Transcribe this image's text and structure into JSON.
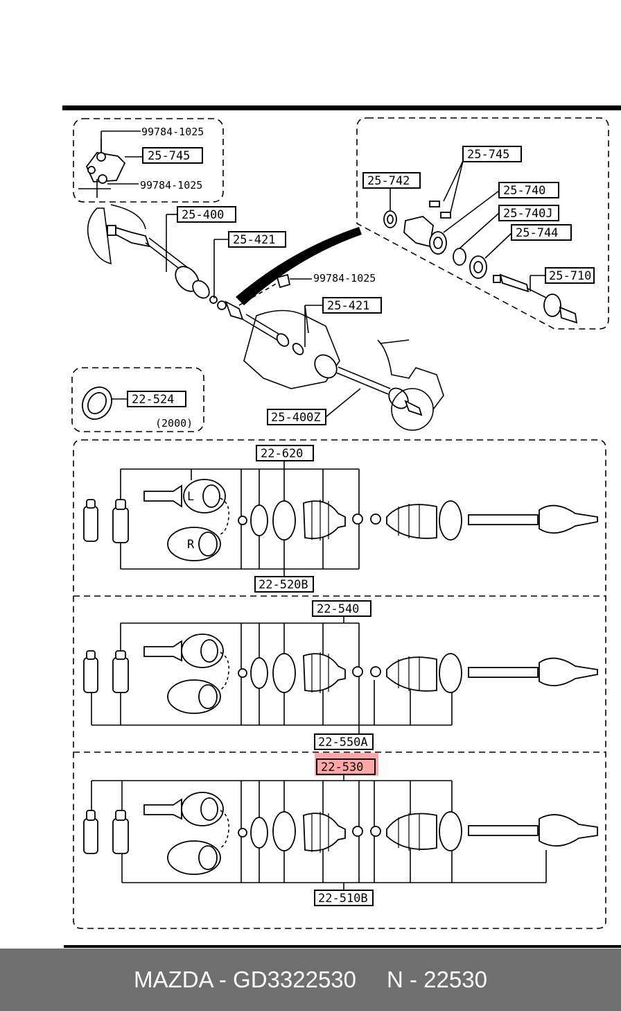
{
  "diagram": {
    "top_assembly": {
      "labels": [
        "99784-1025",
        "25-745",
        "99784-1025",
        "25-400",
        "25-421",
        "99784-1025",
        "25-421",
        "25-400Z",
        "25-742",
        "25-745",
        "25-740",
        "25-740J",
        "25-744",
        "25-710"
      ]
    },
    "seal_inset": {
      "part": "22-524",
      "note": "(2000)"
    },
    "row1": {
      "top_label": "22-620",
      "bottom_label": "22-520B",
      "joint_left": "L",
      "joint_right": "R"
    },
    "row2": {
      "top_label": "22-540",
      "bottom_label": "22-550A"
    },
    "row3": {
      "top_label": "22-530",
      "bottom_label": "22-510B",
      "highlighted": true
    },
    "highlight_color": "#ff0000"
  },
  "footer": {
    "brand_part": "MAZDA - GD3322530",
    "ref": "N - 22530"
  }
}
